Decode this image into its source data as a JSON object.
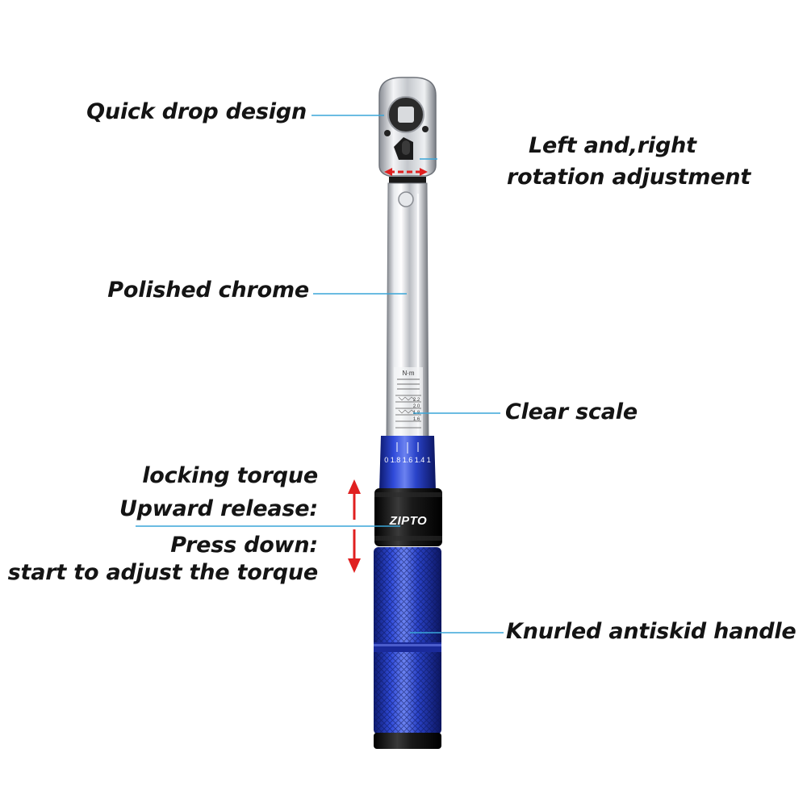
{
  "callouts": {
    "quick_drop": "Quick drop design",
    "rotation_line1": "Left and,right",
    "rotation_line2": "rotation adjustment",
    "polished": "Polished chrome",
    "clear_scale": "Clear scale",
    "locking_line1": "locking torque",
    "locking_line2": "Upward release:",
    "press_line1": "Press down:",
    "press_line2": "start to adjust the torque",
    "knurled": "Knurled antiskid handle"
  },
  "wrench": {
    "brand": "ZIPTO",
    "unit": "N·m",
    "collar_scale": "0 1.8 1.6 1.4 1",
    "shaft_scale": [
      "2.2",
      "2.0",
      "1.8",
      "1.6"
    ]
  },
  "colors": {
    "leader_line": "#3aa6d8",
    "arrow": "#e02020",
    "handle_blue": "#1b33b8",
    "chrome": "#c9ccd2",
    "collar_black": "#111111"
  }
}
